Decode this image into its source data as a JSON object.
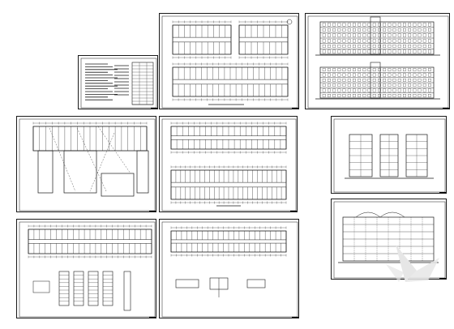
{
  "canvas": {
    "background": "#ffffff",
    "line_color": "#1a1a1a",
    "title_block_color": "#000000"
  },
  "sheets": [
    {
      "id": "general-notes",
      "kind": "notes-table"
    },
    {
      "id": "floor-plans-upper",
      "kind": "plan-pair"
    },
    {
      "id": "elevations",
      "kind": "elevation-pair"
    },
    {
      "id": "ground-floor-site-plan",
      "kind": "site-plan"
    },
    {
      "id": "floor-plans-middle",
      "kind": "plan-pair"
    },
    {
      "id": "side-elevations",
      "kind": "small-elevations"
    },
    {
      "id": "floor-plan-with-details",
      "kind": "plan-details"
    },
    {
      "id": "roof-plan-details",
      "kind": "plan-details-sparse"
    },
    {
      "id": "sections",
      "kind": "section"
    }
  ],
  "watermark": {
    "icon": "stylized-bird-logo",
    "color": "#e6e6e6"
  }
}
